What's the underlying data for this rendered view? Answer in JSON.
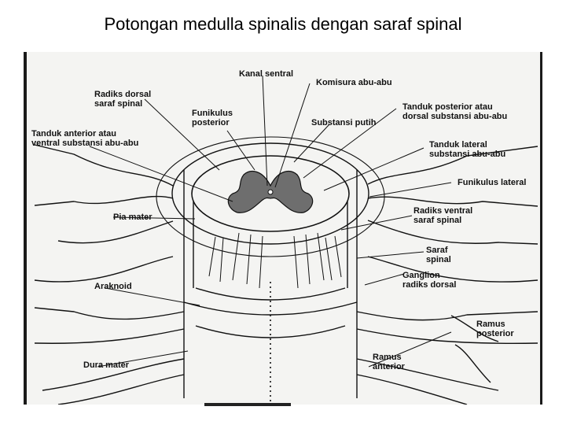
{
  "title": "Potongan medulla spinalis dengan saraf spinal",
  "labels": {
    "kanal_sentral": "Kanal sentral",
    "komisura": "Komisura abu-abu",
    "radiks_dorsal": "Radiks dorsal\nsaraf spinal",
    "funikulus_posterior": "Funikulus\nposterior",
    "tanduk_posterior": "Tanduk posterior atau\ndorsal substansi abu-abu",
    "substansi_putih": "Substansi putih",
    "tanduk_anterior": "Tanduk anterior atau\nventral substansi abu-abu",
    "tanduk_lateral": "Tanduk lateral\nsubstansi abu-abu",
    "funikulus_lateral": "Funikulus lateral",
    "pia_mater": "Pia mater",
    "radiks_ventral": "Radiks ventral\nsaraf spinal",
    "saraf_spinal": "Saraf\nspinal",
    "araknoid": "Araknoid",
    "ganglion": "Ganglion\nradiks dorsal",
    "ramus_posterior": "Ramus\nposterior",
    "ramus_anterior": "Ramus\nanterior",
    "dura_mater": "Dura mater"
  },
  "colors": {
    "gray_matter": "#6e6e6e",
    "line": "#111111",
    "background": "#f4f4f2"
  }
}
